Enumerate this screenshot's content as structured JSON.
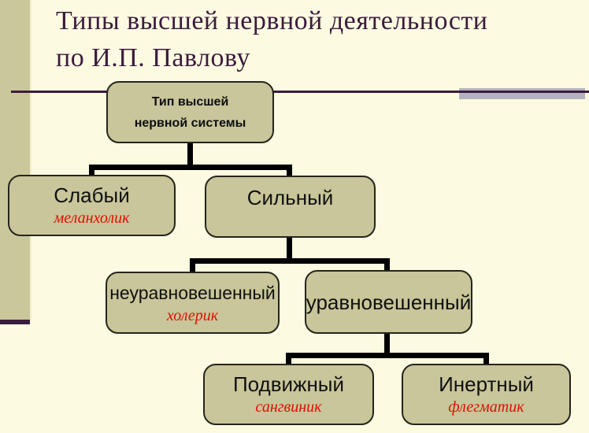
{
  "slide": {
    "title_line1": "Типы высшей нервной деятельности",
    "title_line2": "по И.П. Павлову"
  },
  "colors": {
    "background": "#FCFAE1",
    "side_strip": "#CAC89B",
    "accent_purple": "#3B1B3E",
    "gray_bar": "#B4B3BD",
    "node_fill": "#C8C69A",
    "node_border": "#25251C",
    "connector_black": "#000000",
    "temperament_red": "#E10E00"
  },
  "diagram": {
    "root": {
      "line1": "Тип высшей",
      "line2": "нервной системы"
    },
    "nodes": {
      "weak": {
        "label": "Слабый",
        "temperament": "меланхолик"
      },
      "strong": {
        "label": "Сильный",
        "temperament": ""
      },
      "unbalanced": {
        "label": "неуравновешенный",
        "temperament": "холерик"
      },
      "balanced": {
        "label": "уравновешенный",
        "temperament": ""
      },
      "mobile": {
        "label": "Подвижный",
        "temperament": "сангвиник"
      },
      "inert": {
        "label": "Инертный",
        "temperament": "флегматик"
      }
    }
  }
}
